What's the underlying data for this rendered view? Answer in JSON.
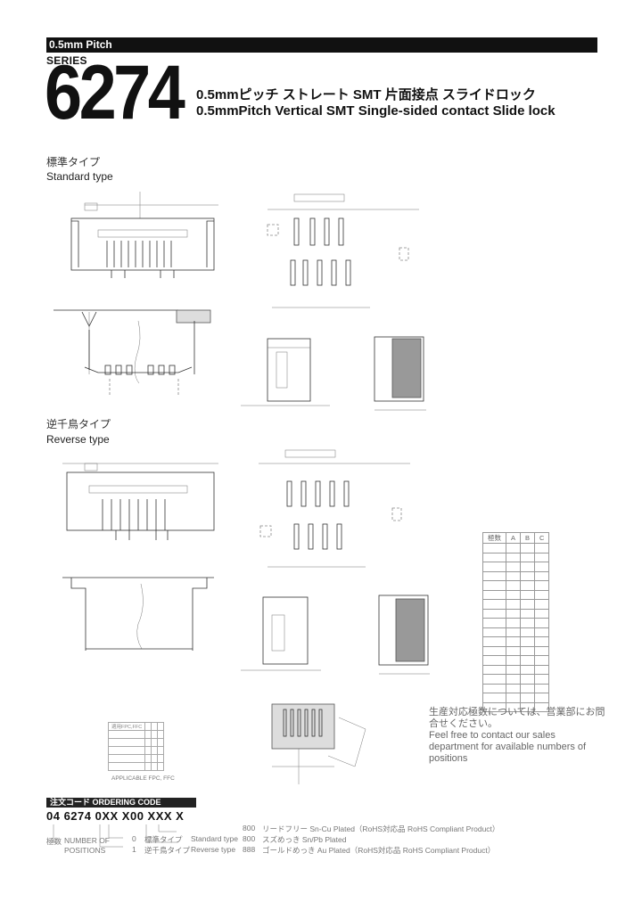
{
  "header": {
    "pitch": "0.5mm Pitch",
    "series_label": "SERIES",
    "series_number": "6274",
    "title_jp": "0.5mmピッチ ストレート SMT 片面接点 スライドロック",
    "title_en": "0.5mmPitch Vertical SMT Single-sided contact Slide lock"
  },
  "sections": {
    "standard": {
      "jp": "標準タイプ",
      "en": "Standard type"
    },
    "reverse": {
      "jp": "逆千鳥タイプ",
      "en": "Reverse type"
    }
  },
  "position_table": {
    "headers": [
      "極数",
      "A",
      "B",
      "C"
    ],
    "rows": [
      [
        "",
        "",
        "",
        ""
      ],
      [
        "",
        "",
        "",
        ""
      ],
      [
        "",
        "",
        "",
        ""
      ],
      [
        "",
        "",
        "",
        ""
      ],
      [
        "",
        "",
        "",
        ""
      ],
      [
        "",
        "",
        "",
        ""
      ],
      [
        "",
        "",
        "",
        ""
      ],
      [
        "",
        "",
        "",
        ""
      ],
      [
        "",
        "",
        "",
        ""
      ],
      [
        "",
        "",
        "",
        ""
      ],
      [
        "",
        "",
        "",
        ""
      ],
      [
        "",
        "",
        "",
        ""
      ],
      [
        "",
        "",
        "",
        ""
      ],
      [
        "",
        "",
        "",
        ""
      ],
      [
        "",
        "",
        "",
        ""
      ],
      [
        "",
        "",
        "",
        ""
      ],
      [
        "",
        "",
        "",
        ""
      ],
      [
        "",
        "",
        "",
        ""
      ]
    ]
  },
  "note": {
    "jp": "生産対応極数については、営業部にお問合せください。",
    "en": "Feel free to contact our sales department for available numbers of positions"
  },
  "applicable_fpc": {
    "label_jp": "適用FPC,FFC",
    "label_en": "APPLICABLE FPC, FFC"
  },
  "ordering": {
    "bar": "注文コード ORDERING CODE",
    "code": "04 6274 0XX X00 XXX X",
    "positions_jp": "極数",
    "positions_en": "NUMBER OF POSITIONS",
    "types": [
      {
        "code": "0",
        "jp": "標準タイプ",
        "en": "Standard type"
      },
      {
        "code": "1",
        "jp": "逆千鳥タイプ",
        "en": "Reverse type"
      }
    ],
    "platings": [
      {
        "code": "800",
        "text": "リードフリー Sn-Cu Plated（RoHS対応品 RoHS Compliant Product）"
      },
      {
        "code": "800",
        "text": "スズめっき Sn/Pb Plated"
      },
      {
        "code": "888",
        "text": "ゴールドめっき Au Plated（RoHS対応品 RoHS Compliant Product）"
      }
    ]
  }
}
